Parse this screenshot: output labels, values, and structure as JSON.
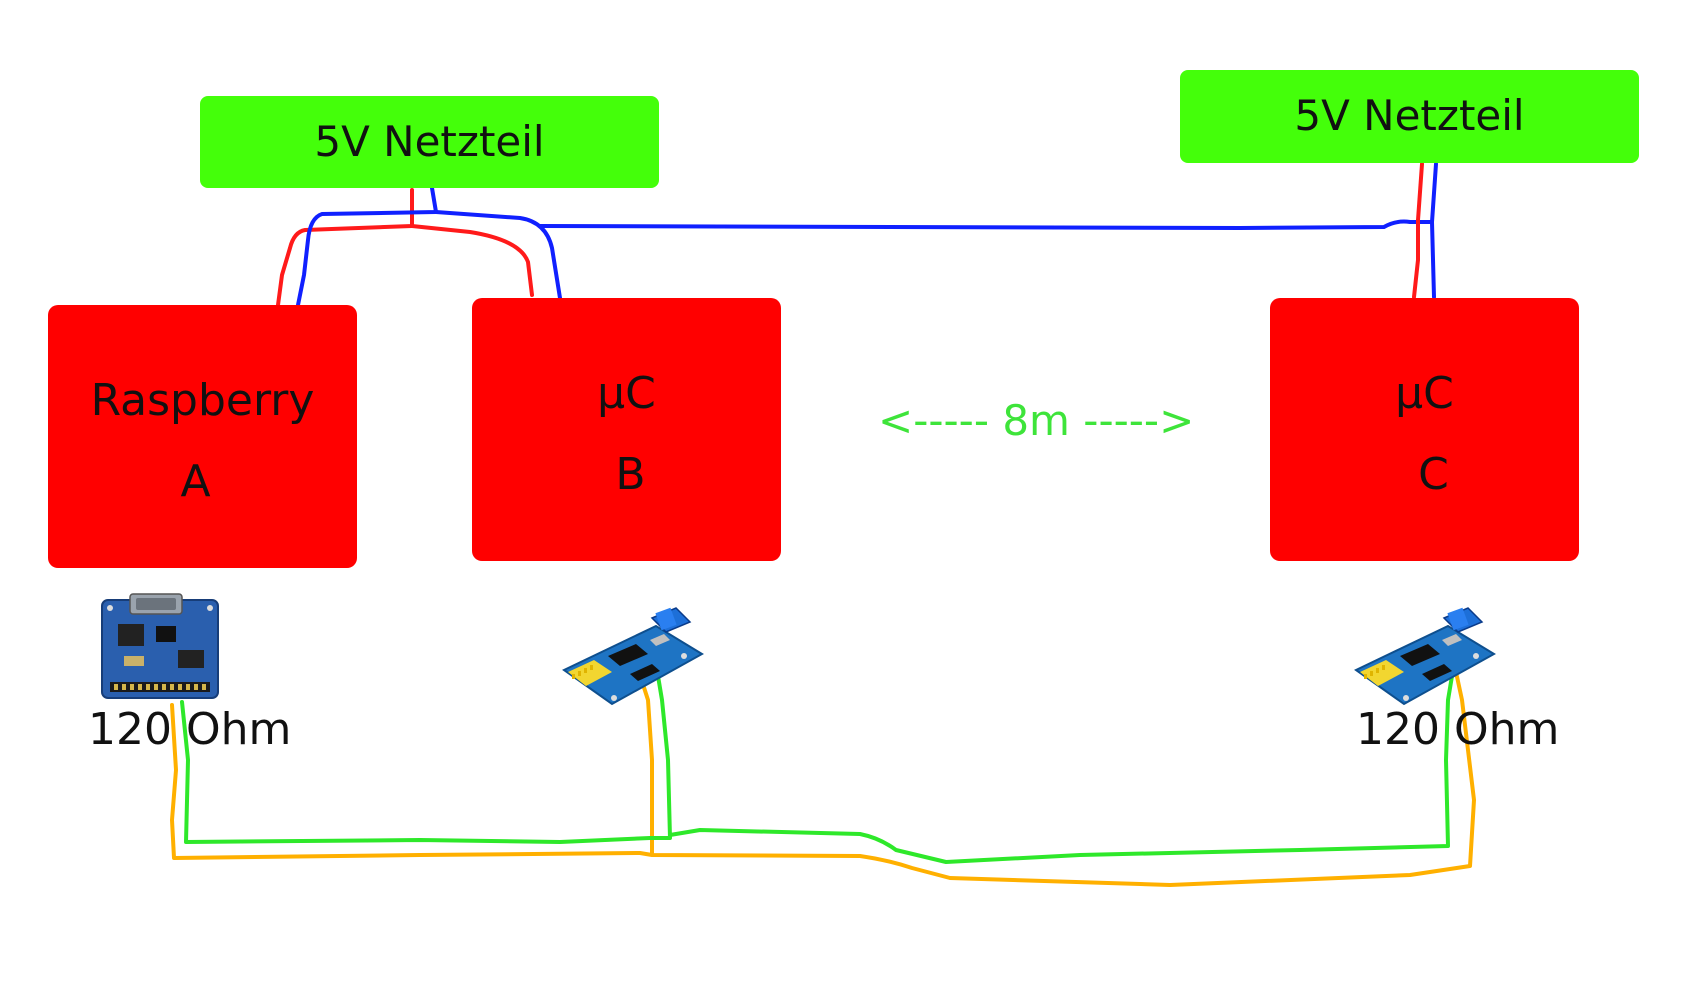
{
  "power_supplies": [
    {
      "label": "5V Netzteil"
    },
    {
      "label": "5V Netzteil"
    }
  ],
  "nodes": [
    {
      "name": "Raspberry",
      "id": "A"
    },
    {
      "name": "µC",
      "id": "B"
    },
    {
      "name": "µC",
      "id": "C"
    }
  ],
  "distance_label": "<----- 8m ----->",
  "terminators": [
    {
      "label": "120 Ohm"
    },
    {
      "label": "120 Ohm"
    }
  ],
  "colors": {
    "psu": "#44ff0a",
    "node": "#ff0000",
    "power_positive": "#ff1a1a",
    "power_negative": "#1020ff",
    "can_high": "#ffb000",
    "can_low": "#2ee82a",
    "distance_text": "#3ee43a"
  }
}
